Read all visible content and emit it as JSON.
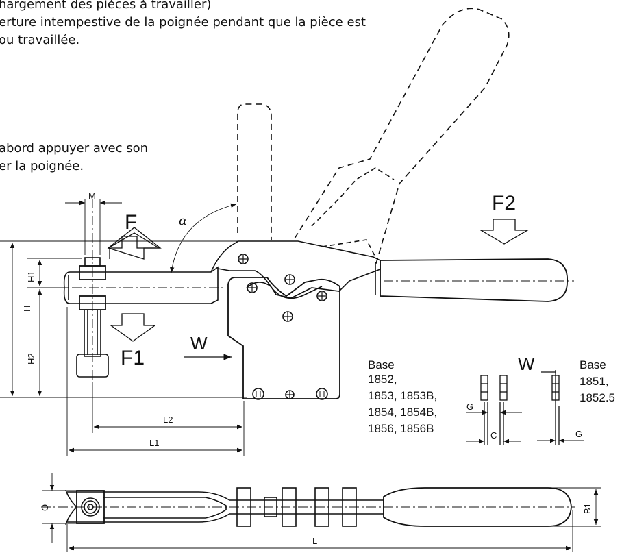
{
  "description": {
    "line1": "hargement des pièces à travailler)",
    "line2": "erture intempestive de la poignée pendant que la pièce est",
    "line3": " ou travaillée.",
    "line4": "abord appuyer avec son",
    "line5": "er  la poignée."
  },
  "labels": {
    "force": "F",
    "force1": "F1",
    "force2": "F2",
    "angle": "α",
    "width_side": "W",
    "width_detail": "W"
  },
  "dimensions": {
    "m": "M",
    "h": "H",
    "h1": "H1",
    "h2": "H2",
    "l1": "L1",
    "l2": "L2",
    "g_left": "G",
    "c": "C",
    "g_right": "G",
    "o": "O",
    "b1": "B1",
    "l": "L"
  },
  "base_left": {
    "title": "Base",
    "line1": "1852,",
    "line2": "1853, 1853B,",
    "line3": "1854, 1854B,",
    "line4": "1856, 1856B"
  },
  "base_right": {
    "title": "Base",
    "line1": "1851,",
    "line2": "1852.5"
  }
}
